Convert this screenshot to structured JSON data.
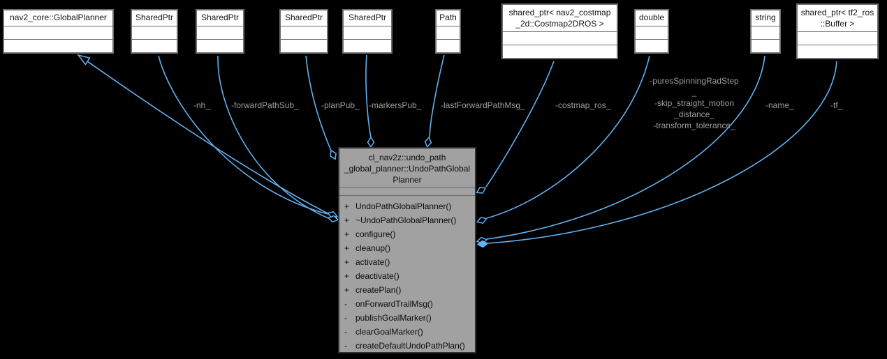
{
  "colors": {
    "bg": "#000000",
    "edge": "#63b1f1",
    "label": "#9f9f9f",
    "node-fill": "#ffffff",
    "node-border": "#6e6e6e",
    "node-text": "#131313",
    "main-fill": "#a1a1a1",
    "main-border": "#2e2e2e",
    "main-sep": "#6b6b6b"
  },
  "diagram_type": "uml-collaboration-diagram",
  "nodes": [
    {
      "title": "nav2_core::GlobalPlanner"
    },
    {
      "title": "SharedPtr"
    },
    {
      "title": "SharedPtr"
    },
    {
      "title": "SharedPtr"
    },
    {
      "title": "SharedPtr"
    },
    {
      "title": "Path"
    },
    {
      "title": "shared_ptr< nav2_costmap\n_2d::Costmap2DROS >"
    },
    {
      "title": "double"
    },
    {
      "title": "string"
    },
    {
      "title": "shared_ptr< tf2_ros\n::Buffer >"
    }
  ],
  "main": {
    "title_display": "cl_nav2z::undo_path\n_global_planner::UndoPathGlobal\nPlanner",
    "methods": [
      {
        "sign": "+",
        "name": "UndoPathGlobalPlanner()"
      },
      {
        "sign": "+",
        "name": "~UndoPathGlobalPlanner()"
      },
      {
        "sign": "+",
        "name": "configure()"
      },
      {
        "sign": "+",
        "name": "cleanup()"
      },
      {
        "sign": "+",
        "name": "activate()"
      },
      {
        "sign": "+",
        "name": "deactivate()"
      },
      {
        "sign": "+",
        "name": "createPlan()"
      },
      {
        "sign": "-",
        "name": "onForwardTrailMsg()"
      },
      {
        "sign": "-",
        "name": "publishGoalMarker()"
      },
      {
        "sign": "-",
        "name": "clearGoalMarker()"
      },
      {
        "sign": "-",
        "name": "createDefaultUndoPathPlan()"
      }
    ]
  },
  "labels": {
    "nh": "-nh_",
    "forward_path_sub": "-forwardPathSub_",
    "plan_pub": "-planPub_",
    "markers_pub": "-markersPub_",
    "last_forward_path_msg": "-lastForwardPathMsg_",
    "costmap_ros": "-costmap_ros_",
    "double_members": "-puresSpinningRadStep\n_\n-skip_straight_motion\n_distance_\n-transform_tolerance_",
    "name": "-name_",
    "tf": "-tf_"
  }
}
